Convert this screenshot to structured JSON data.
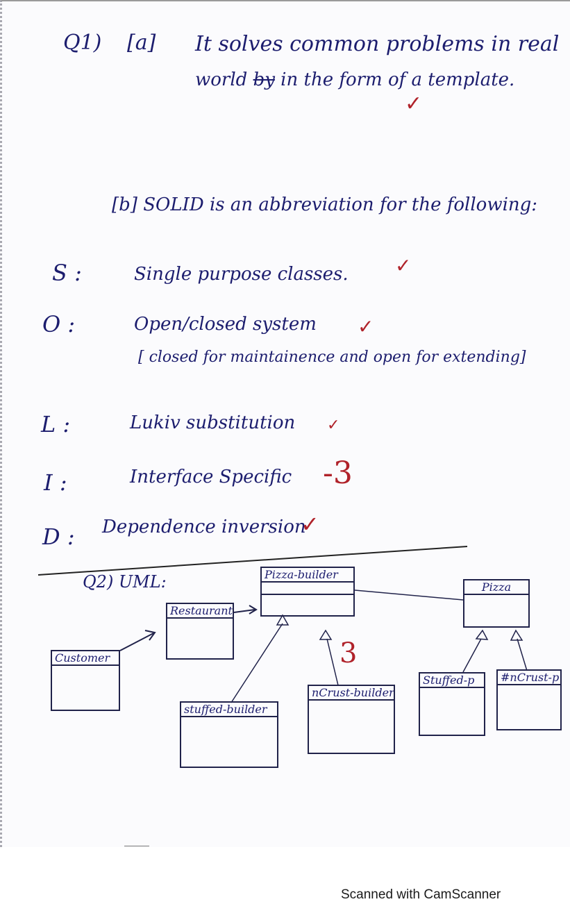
{
  "q1": {
    "label": "Q1)",
    "part_a": {
      "label": "[a]",
      "line1": "It solves common problems in real",
      "line2_prefix": "world ",
      "struck": "by",
      "line2_suffix": " in the form of a template."
    },
    "part_b": {
      "intro": "[b] SOLID is an abbreviation for the following:",
      "items": [
        {
          "letter": "S :",
          "text": "Single purpose classes.",
          "mark": "✓"
        },
        {
          "letter": "O :",
          "text": "Open/closed system",
          "mark": "✓",
          "note": "[ closed for maintainence and open for extending]"
        },
        {
          "letter": "L :",
          "text": "Lukiv substitution",
          "mark": "✓"
        },
        {
          "letter": "I :",
          "text": "Interface Specific",
          "mark": "-3"
        },
        {
          "letter": "D :",
          "text": "Dependence inversion",
          "mark": "✓"
        }
      ]
    },
    "part_a_mark": "✓"
  },
  "q2": {
    "label": "Q2) UML:",
    "grade": "3",
    "classes": {
      "pizza_builder": "Pizza-builder",
      "pizza": "Pizza",
      "restaurant": "Restaurant",
      "customer": "Customer",
      "stuffed_builder": "stuffed-builder",
      "ncrust_builder": "nCrust-builder",
      "stuffed_p": "Stuffed-p",
      "ncrust_p": "#nCrust-p"
    }
  },
  "footer": "Scanned with CamScanner"
}
